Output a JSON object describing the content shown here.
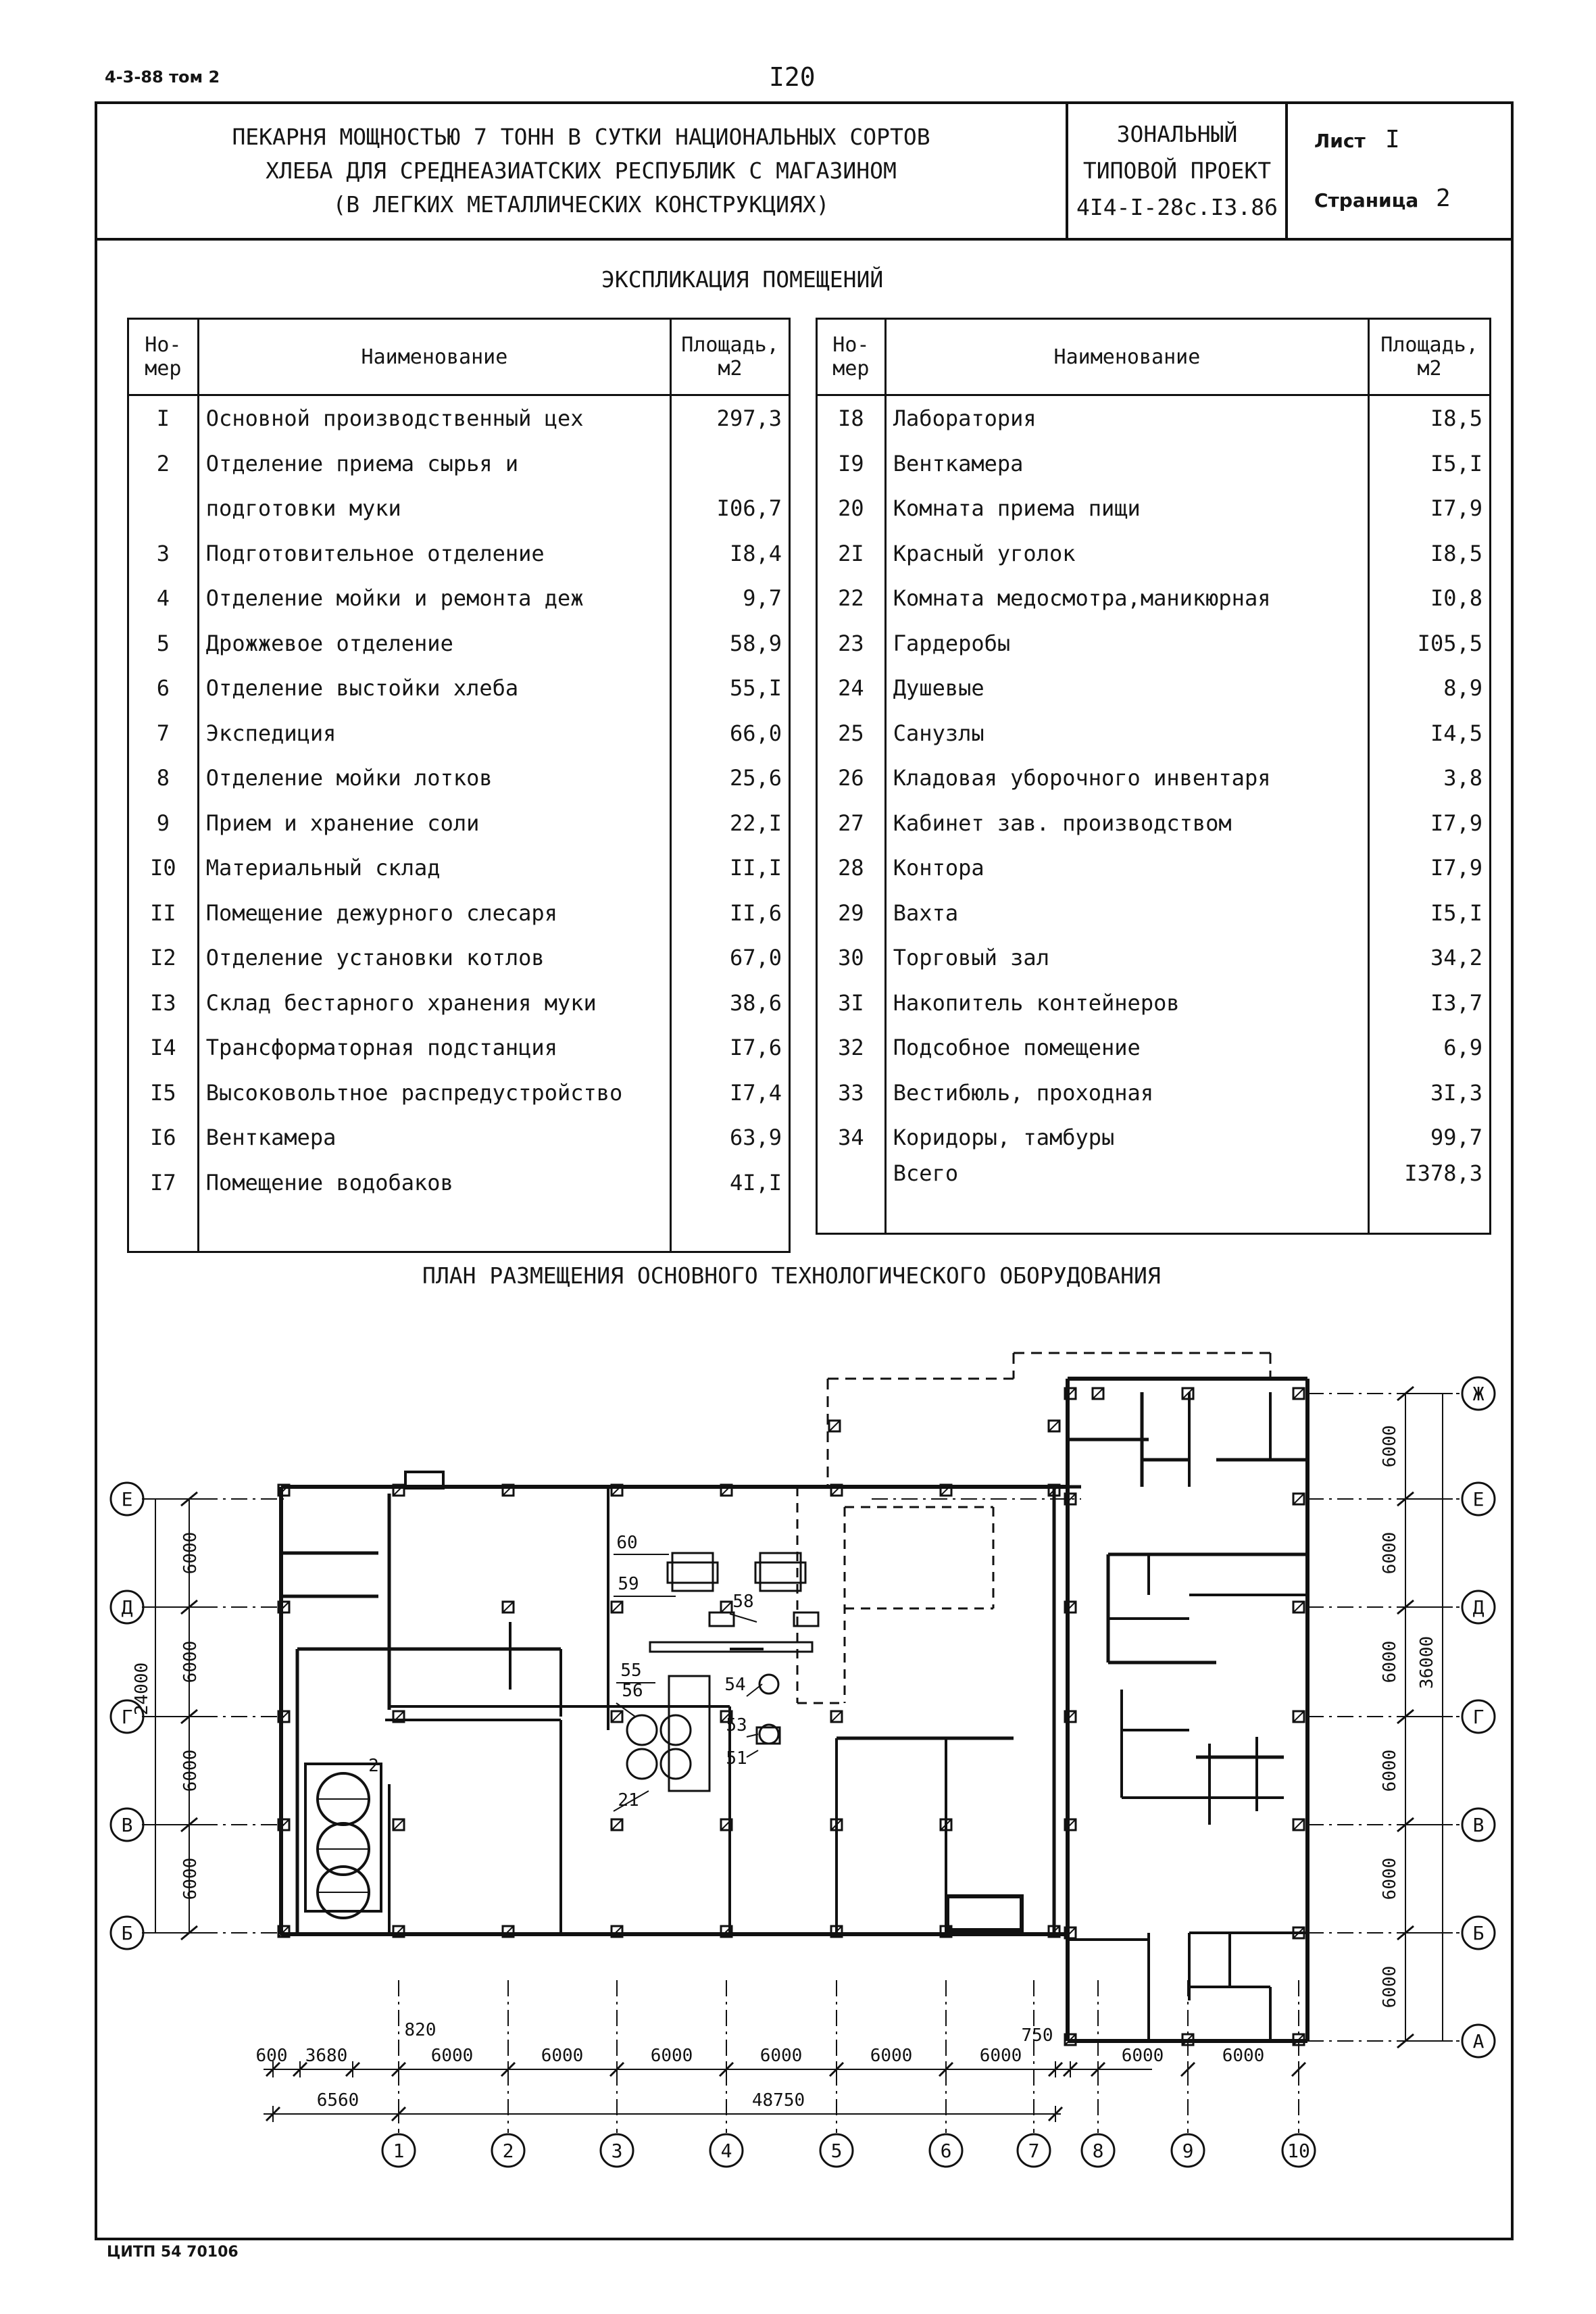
{
  "top": {
    "doc_code": "4-3-88 том 2",
    "page_number": "I20",
    "footer_code": "ЦИТП 54 70106"
  },
  "title_block": {
    "title_lines": [
      "ПЕКАРНЯ МОЩНОСТЬЮ 7 ТОНН В СУТКИ НАЦИОНАЛЬНЫХ СОРТОВ",
      "ХЛЕБА ДЛЯ СРЕДНЕАЗИАТСКИХ РЕСПУБЛИК С МАГАЗИНОМ",
      "(В ЛЕГКИХ МЕТАЛЛИЧЕСКИХ КОНСТРУКЦИЯХ)"
    ],
    "project_lines": [
      "ЗОНАЛЬНЫЙ",
      "ТИПОВОЙ ПРОЕКТ",
      "4I4-I-28с.I3.86"
    ],
    "sheet_label": "Лист",
    "sheet_value": "I",
    "page_label": "Страница",
    "page_value": "2"
  },
  "explication": {
    "title": "ЭКСПЛИКАЦИЯ ПОМЕЩЕНИЙ",
    "headers": {
      "number": [
        "Но-",
        "мер"
      ],
      "name": "Наименование",
      "area": [
        "Площадь,",
        "м2"
      ]
    },
    "left_rows": [
      {
        "n": "I",
        "name": "Основной производственный цех",
        "area": "297,3"
      },
      {
        "n": "2",
        "name": "Отделение приема сырья и",
        "area": ""
      },
      {
        "n": "",
        "name": "подготовки муки",
        "area": "I06,7"
      },
      {
        "n": "3",
        "name": "Подготовительное отделение",
        "area": "I8,4"
      },
      {
        "n": "4",
        "name": "Отделение мойки и ремонта деж",
        "area": "9,7"
      },
      {
        "n": "5",
        "name": "Дрожжевое отделение",
        "area": "58,9"
      },
      {
        "n": "6",
        "name": "Отделение выстойки хлеба",
        "area": "55,I"
      },
      {
        "n": "7",
        "name": "Экспедиция",
        "area": "66,0"
      },
      {
        "n": "8",
        "name": "Отделение мойки лотков",
        "area": "25,6"
      },
      {
        "n": "9",
        "name": "Прием и хранение соли",
        "area": "22,I"
      },
      {
        "n": "I0",
        "name": "Материальный склад",
        "area": "II,I"
      },
      {
        "n": "II",
        "name": "Помещение дежурного слесаря",
        "area": "II,6"
      },
      {
        "n": "I2",
        "name": "Отделение установки котлов",
        "area": "67,0"
      },
      {
        "n": "I3",
        "name": "Склад бестарного хранения муки",
        "area": "38,6"
      },
      {
        "n": "I4",
        "name": "Трансформаторная подстанция",
        "area": "I7,6"
      },
      {
        "n": "I5",
        "name": "Высоковольтное распредустройство",
        "area": "I7,4"
      },
      {
        "n": "I6",
        "name": "Венткамера",
        "area": "63,9"
      },
      {
        "n": "I7",
        "name": "Помещение водобаков",
        "area": "4I,I"
      }
    ],
    "right_rows": [
      {
        "n": "I8",
        "name": "Лаборатория",
        "area": "I8,5"
      },
      {
        "n": "I9",
        "name": "Венткамера",
        "area": "I5,I"
      },
      {
        "n": "20",
        "name": "Комната приема пищи",
        "area": "I7,9"
      },
      {
        "n": "2I",
        "name": "Красный уголок",
        "area": "I8,5"
      },
      {
        "n": "22",
        "name": "Комната медосмотра,маникюрная",
        "area": "I0,8"
      },
      {
        "n": "23",
        "name": "Гардеробы",
        "area": "I05,5"
      },
      {
        "n": "24",
        "name": "Душевые",
        "area": "8,9"
      },
      {
        "n": "25",
        "name": "Санузлы",
        "area": "I4,5"
      },
      {
        "n": "26",
        "name": "Кладовая уборочного инвентаря",
        "area": "3,8"
      },
      {
        "n": "27",
        "name": "Кабинет зав. производством",
        "area": "I7,9"
      },
      {
        "n": "28",
        "name": "Контора",
        "area": "I7,9"
      },
      {
        "n": "29",
        "name": "Вахта",
        "area": "I5,I"
      },
      {
        "n": "30",
        "name": "Торговый зал",
        "area": "34,2"
      },
      {
        "n": "3I",
        "name": "Накопитель контейнеров",
        "area": "I3,7"
      },
      {
        "n": "32",
        "name": "Подсобное помещение",
        "area": "6,9"
      },
      {
        "n": "33",
        "name": "Вестибюль, проходная",
        "area": "3I,3"
      },
      {
        "n": "34",
        "name": "Коридоры, тамбуры",
        "area": "99,7"
      }
    ],
    "total_label": "Всего",
    "total_value": "I378,3"
  },
  "plan": {
    "title": "ПЛАН РАЗМЕЩЕНИЯ ОСНОВНОГО ТЕХНОЛОГИЧЕСКОГО ОБОРУДОВАНИЯ",
    "left_axes": [
      "Е",
      "Д",
      "Г",
      "В",
      "Б"
    ],
    "right_axes": [
      "Ж",
      "Е",
      "Д",
      "Г",
      "В",
      "Б",
      "А"
    ],
    "bottom_axes": [
      "1",
      "2",
      "3",
      "4",
      "5",
      "6",
      "7",
      "8",
      "9",
      "10"
    ],
    "left_spacings": [
      "6000",
      "6000",
      "6000",
      "6000"
    ],
    "left_total": "24000",
    "right_spacings": [
      "6000",
      "6000",
      "6000",
      "6000",
      "6000",
      "6000"
    ],
    "right_total": "36000",
    "bottom_dims": [
      "600",
      "3680",
      "820",
      "6000",
      "6000",
      "6000",
      "6000",
      "6000",
      "6000",
      "750",
      "6000",
      "6000"
    ],
    "bottom_sub": "6560",
    "bottom_total": "48750",
    "equipment_labels": [
      "60",
      "59",
      "58",
      "55",
      "56",
      "54",
      "53",
      "51",
      "21",
      "2"
    ]
  }
}
